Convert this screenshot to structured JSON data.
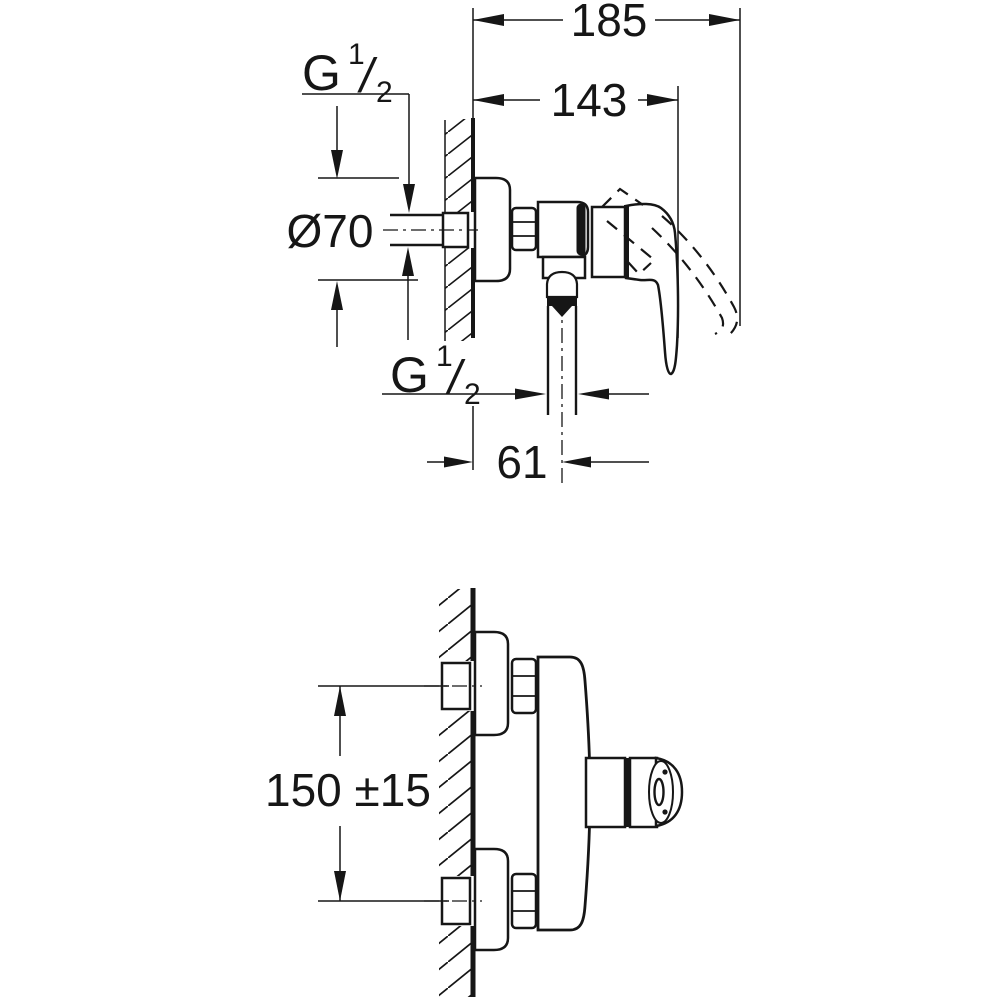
{
  "colors": {
    "ink": "#161616",
    "paper": "#ffffff"
  },
  "side_view": {
    "dim_total_depth": "185",
    "dim_handle_depth": "143",
    "dim_escutcheon_diameter": "Ø70",
    "dim_outlet_offset": "61",
    "supply_thread": {
      "letter": "G",
      "numerator": "1",
      "slash": "/",
      "denominator": "2"
    },
    "outlet_thread": {
      "letter": "G",
      "numerator": "1",
      "slash": "/",
      "denominator": "2"
    }
  },
  "plan_view": {
    "dim_connection_spacing": "150 ±15"
  }
}
